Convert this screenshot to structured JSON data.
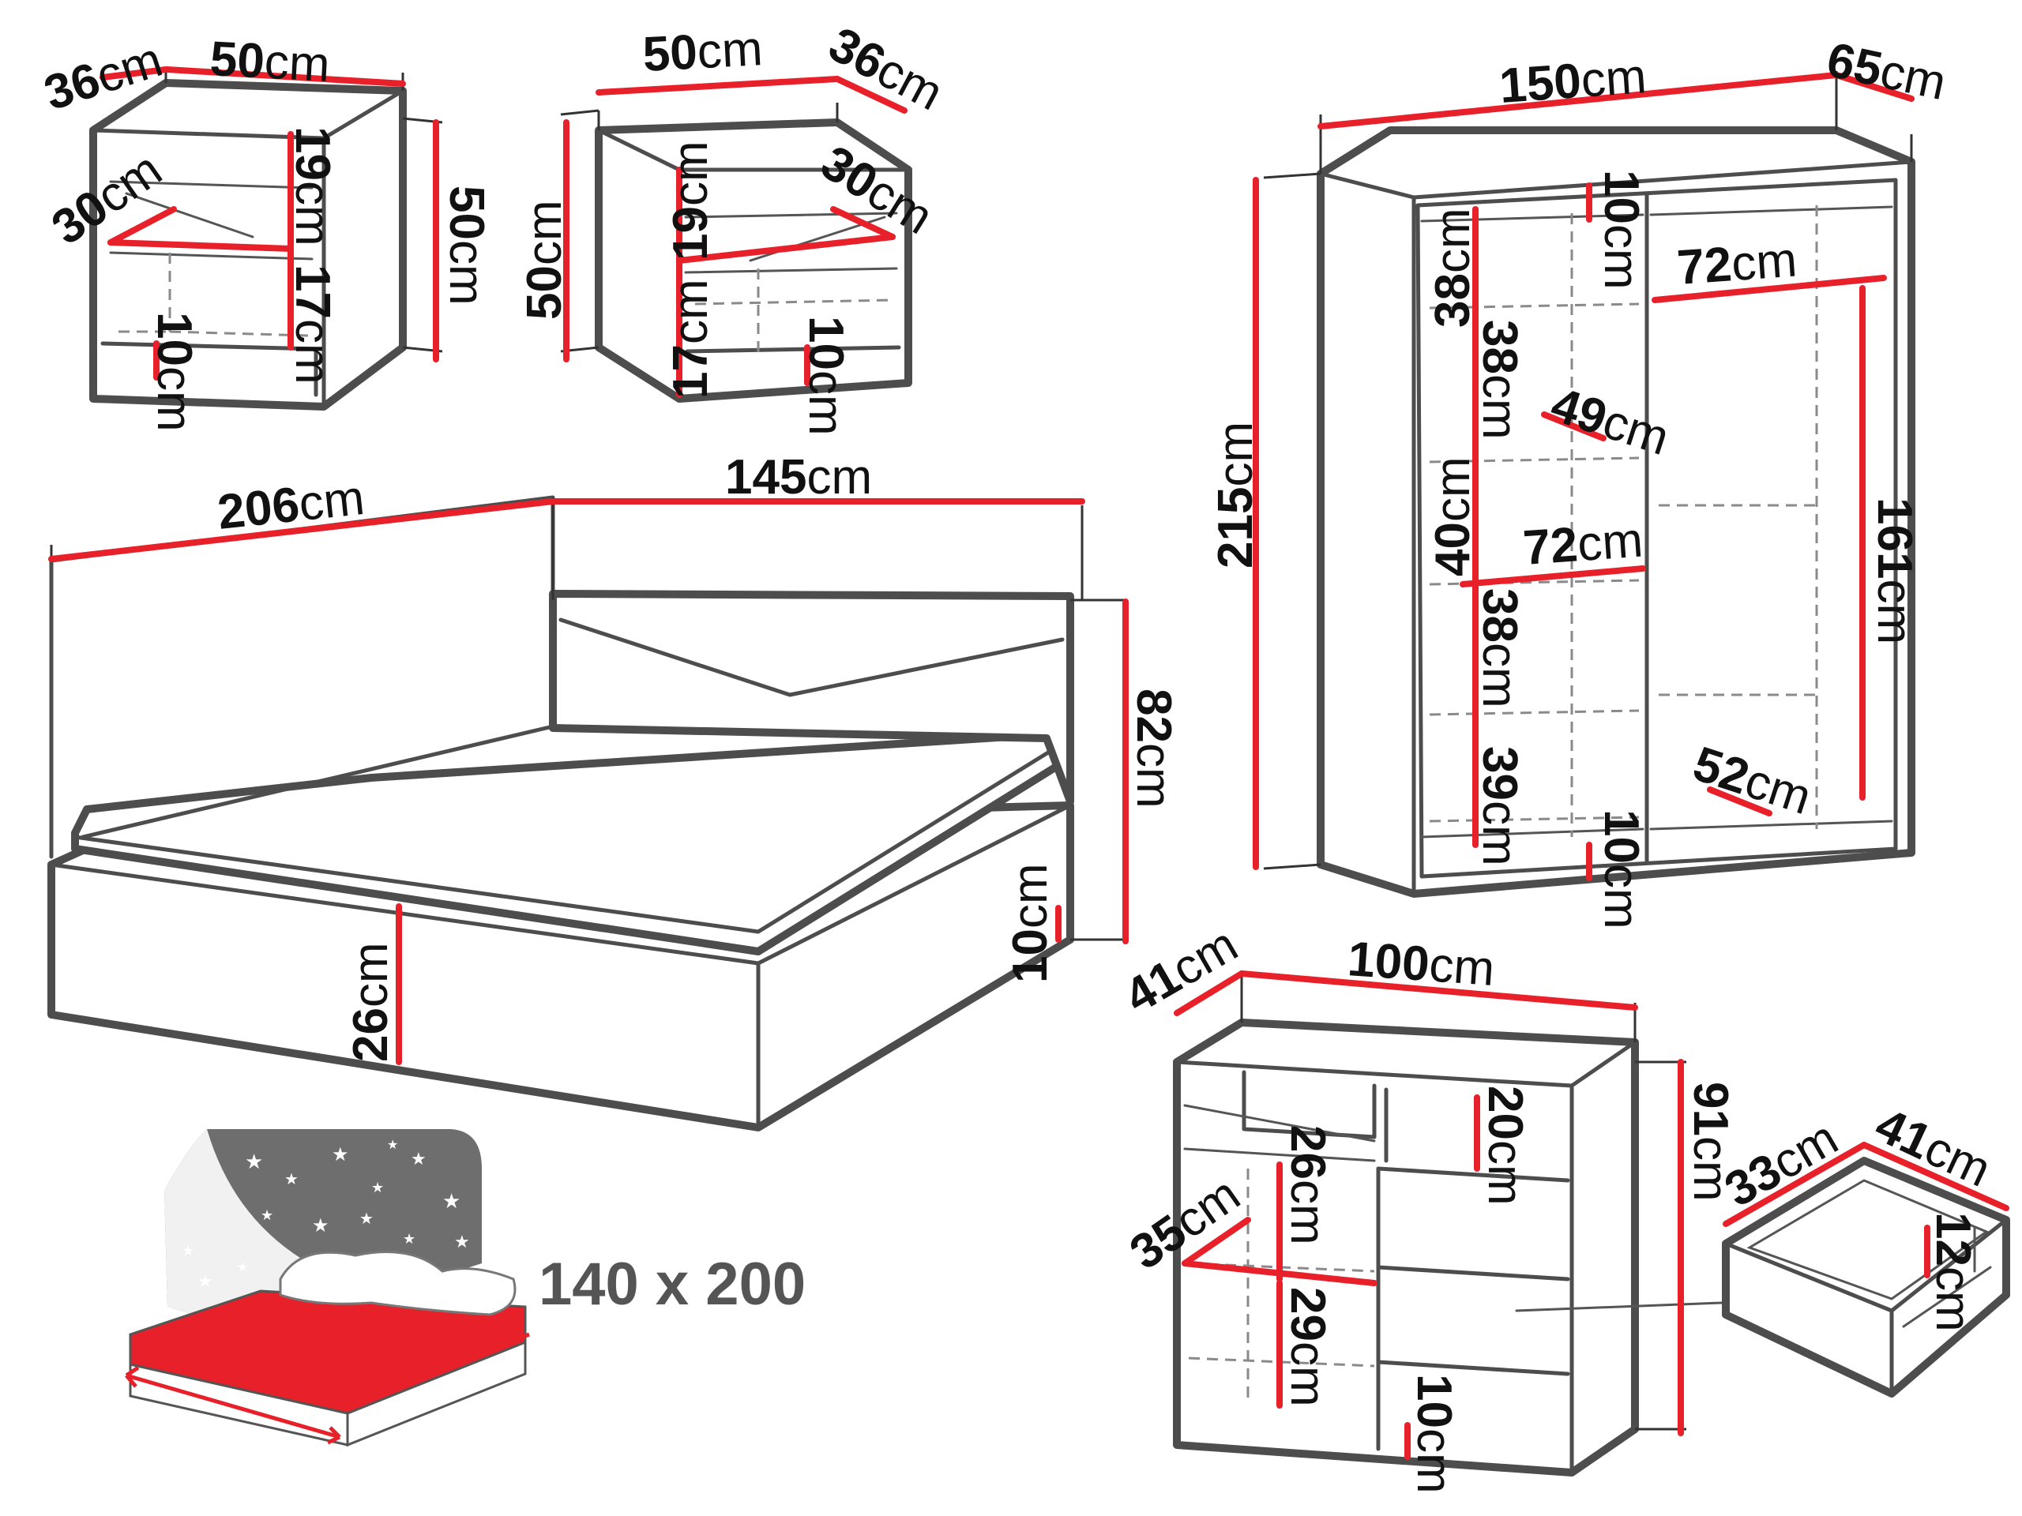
{
  "colors": {
    "dimension_line": "#e8202a",
    "outline": "#4d4d4d",
    "label_text": "#111111",
    "bed_illustration_mattress": "#e8202a",
    "bed_illustration_headboard": "#6e6e6e"
  },
  "icons": [
    "star-icon",
    "mattress-icon",
    "pillow-icon"
  ],
  "unit": "cm",
  "nightstand_left": {
    "depth": "36",
    "width": "50",
    "height": "50",
    "drawer_depth": "30",
    "upper_shelf": "19",
    "lower_shelf": "17",
    "plinth": "10"
  },
  "nightstand_right": {
    "width": "50",
    "depth": "36",
    "height": "50",
    "drawer_depth": "30",
    "upper_shelf": "19",
    "lower_shelf": "17",
    "plinth": "10"
  },
  "wardrobe": {
    "width": "150",
    "depth": "65",
    "height": "215",
    "top_rail": "10",
    "shelf_1": "38",
    "shelf_2": "38",
    "shelf_3": "40",
    "shelf_4": "38",
    "shelf_5": "39",
    "plinth": "10",
    "inner_depth": "49",
    "rail_width": "72",
    "shelf_width": "72",
    "hanging_height": "161",
    "door_depth": "52"
  },
  "bed": {
    "length": "206",
    "width": "145",
    "height": "82",
    "frame_height": "26",
    "leg_height": "10"
  },
  "mattress_size": "140 x 200",
  "dresser": {
    "depth": "41",
    "width": "100",
    "height": "91",
    "drawer_top": "20",
    "shelf_upper": "26",
    "shelf_lower": "29",
    "shelf_depth": "35",
    "plinth": "10"
  },
  "drawer": {
    "width": "33",
    "depth": "41",
    "height": "12"
  }
}
